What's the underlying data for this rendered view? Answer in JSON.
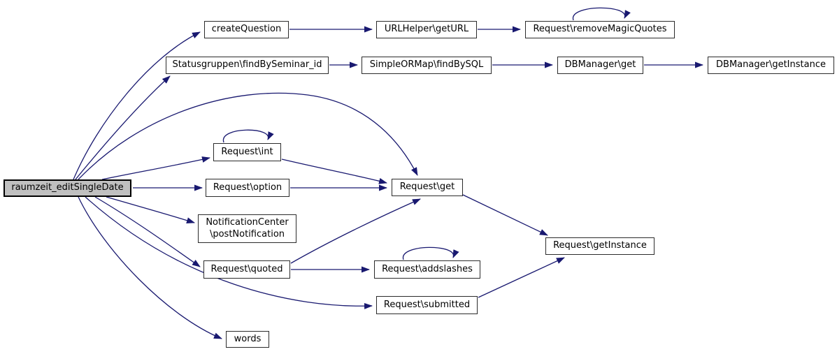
{
  "diagram": {
    "type": "call-graph",
    "colors": {
      "edge_stroke": "#191970",
      "node_fill": "#ffffff",
      "node_border": "#2b2b2b",
      "main_node_fill": "#c0c0c0",
      "main_node_border": "#000000",
      "text": "#000000"
    },
    "nodes": [
      {
        "id": "raumzeit_editSingleDate",
        "label": "raumzeit_editSingleDate",
        "role": "main"
      },
      {
        "id": "createQuestion",
        "label": "createQuestion",
        "role": "callee"
      },
      {
        "id": "URLHelper_getURL",
        "label": "URLHelper\\getURL",
        "role": "callee"
      },
      {
        "id": "Request_removeMagicQuotes",
        "label": "Request\\removeMagicQuotes",
        "role": "callee"
      },
      {
        "id": "Statusgruppen_findBySeminar_id",
        "label": "Statusgruppen\\findBySeminar_id",
        "role": "callee"
      },
      {
        "id": "SimpleORMap_findBySQL",
        "label": "SimpleORMap\\findBySQL",
        "role": "callee"
      },
      {
        "id": "DBManager_get",
        "label": "DBManager\\get",
        "role": "callee"
      },
      {
        "id": "DBManager_getInstance",
        "label": "DBManager\\getInstance",
        "role": "callee"
      },
      {
        "id": "Request_int",
        "label": "Request\\int",
        "role": "callee"
      },
      {
        "id": "Request_option",
        "label": "Request\\option",
        "role": "callee"
      },
      {
        "id": "NotificationCenter_postNotification",
        "label": "NotificationCenter\n\\postNotification",
        "role": "callee"
      },
      {
        "id": "Request_quoted",
        "label": "Request\\quoted",
        "role": "callee"
      },
      {
        "id": "Request_addslashes",
        "label": "Request\\addslashes",
        "role": "callee"
      },
      {
        "id": "Request_submitted",
        "label": "Request\\submitted",
        "role": "callee"
      },
      {
        "id": "Request_get",
        "label": "Request\\get",
        "role": "callee"
      },
      {
        "id": "Request_getInstance",
        "label": "Request\\getInstance",
        "role": "callee"
      },
      {
        "id": "words",
        "label": "words",
        "role": "callee"
      }
    ],
    "edges": [
      {
        "from": "raumzeit_editSingleDate",
        "to": "createQuestion"
      },
      {
        "from": "raumzeit_editSingleDate",
        "to": "Statusgruppen_findBySeminar_id"
      },
      {
        "from": "raumzeit_editSingleDate",
        "to": "Request_get"
      },
      {
        "from": "raumzeit_editSingleDate",
        "to": "Request_int"
      },
      {
        "from": "raumzeit_editSingleDate",
        "to": "Request_option"
      },
      {
        "from": "raumzeit_editSingleDate",
        "to": "NotificationCenter_postNotification"
      },
      {
        "from": "raumzeit_editSingleDate",
        "to": "Request_quoted"
      },
      {
        "from": "raumzeit_editSingleDate",
        "to": "Request_submitted"
      },
      {
        "from": "raumzeit_editSingleDate",
        "to": "words"
      },
      {
        "from": "createQuestion",
        "to": "URLHelper_getURL"
      },
      {
        "from": "URLHelper_getURL",
        "to": "Request_removeMagicQuotes"
      },
      {
        "from": "Request_removeMagicQuotes",
        "to": "Request_removeMagicQuotes"
      },
      {
        "from": "Statusgruppen_findBySeminar_id",
        "to": "SimpleORMap_findBySQL"
      },
      {
        "from": "SimpleORMap_findBySQL",
        "to": "DBManager_get"
      },
      {
        "from": "DBManager_get",
        "to": "DBManager_getInstance"
      },
      {
        "from": "Request_int",
        "to": "Request_int"
      },
      {
        "from": "Request_int",
        "to": "Request_get"
      },
      {
        "from": "Request_option",
        "to": "Request_get"
      },
      {
        "from": "Request_quoted",
        "to": "Request_get"
      },
      {
        "from": "Request_quoted",
        "to": "Request_addslashes"
      },
      {
        "from": "Request_addslashes",
        "to": "Request_addslashes"
      },
      {
        "from": "Request_get",
        "to": "Request_getInstance"
      },
      {
        "from": "Request_submitted",
        "to": "Request_getInstance"
      }
    ]
  }
}
